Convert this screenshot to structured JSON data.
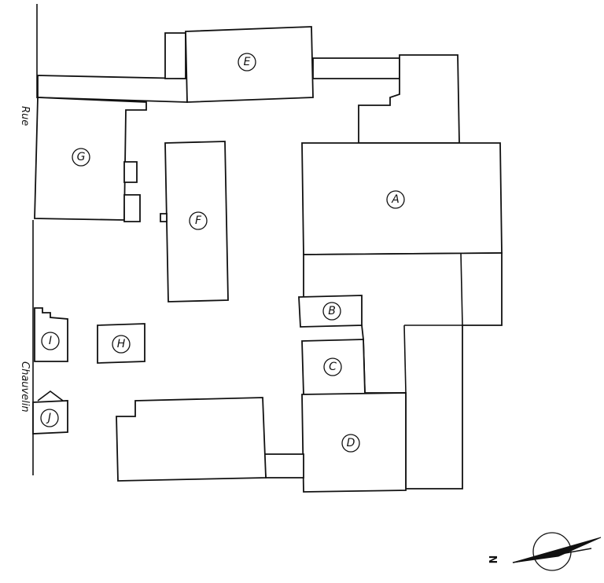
{
  "street": {
    "name_part1": "Rue",
    "name_part2": "Chauvelin"
  },
  "buildings": [
    {
      "id": "A",
      "label": "A"
    },
    {
      "id": "B",
      "label": "B"
    },
    {
      "id": "C",
      "label": "C"
    },
    {
      "id": "D",
      "label": "D"
    },
    {
      "id": "E",
      "label": "E"
    },
    {
      "id": "F",
      "label": "F"
    },
    {
      "id": "G",
      "label": "G"
    },
    {
      "id": "H",
      "label": "H"
    },
    {
      "id": "I",
      "label": "I"
    },
    {
      "id": "J",
      "label": "J"
    }
  ],
  "compass": {
    "north_label": "N"
  },
  "colors": {
    "ink": "#111111",
    "paper": "#ffffff"
  }
}
